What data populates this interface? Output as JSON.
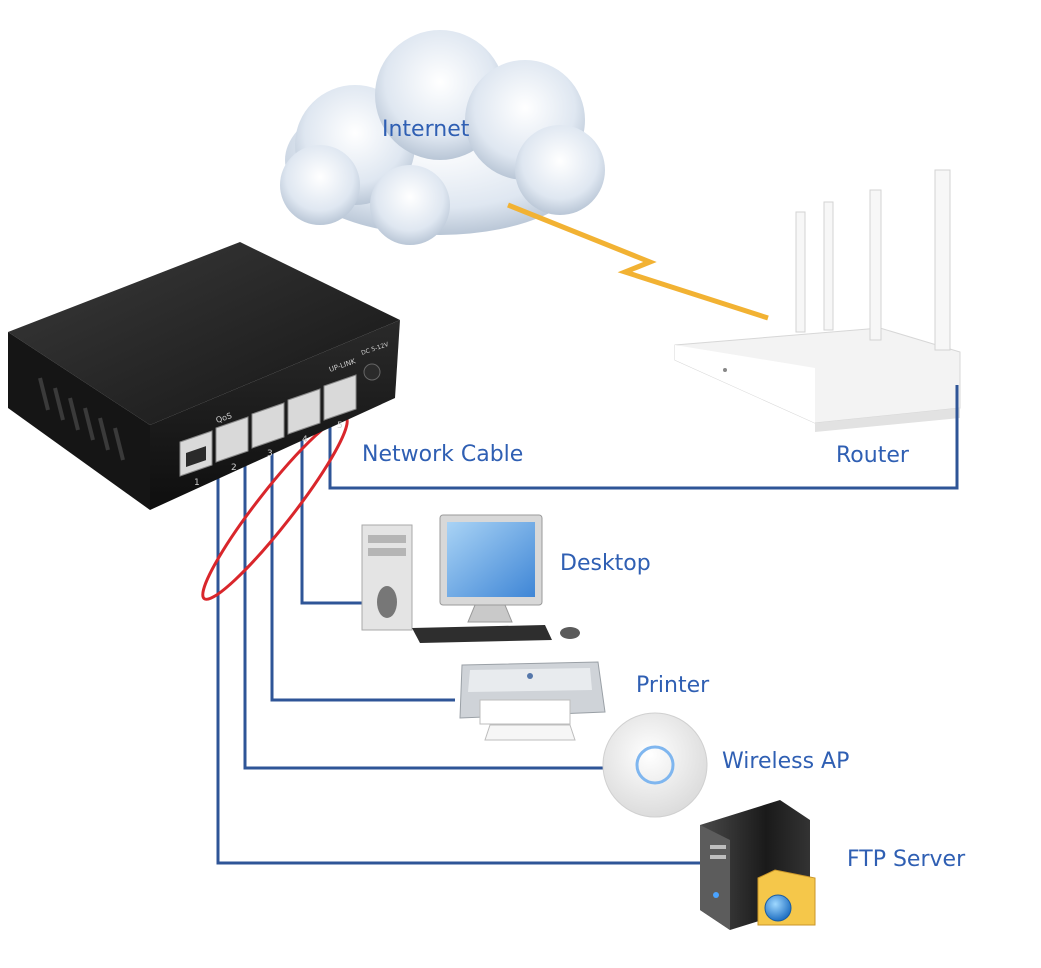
{
  "labels": {
    "internet": "Internet",
    "router": "Router",
    "network_cable": "Network Cable",
    "desktop": "Desktop",
    "printer": "Printer",
    "wireless_ap": "Wireless AP",
    "ftp_server": "FTP Server"
  },
  "switch": {
    "qos_label": "QoS",
    "uplink_label": "UP-LINK",
    "power_label": "DC 5-12V",
    "ports": [
      "1",
      "2",
      "3",
      "4",
      "5"
    ]
  },
  "colors": {
    "label_text": "#2f5fb3",
    "cable": "#2f5597",
    "cable_bundle_marker": "#d9262b",
    "lightning": "#f2b233",
    "switch_body": "#1e1e1e"
  },
  "icons": [
    "cloud-icon",
    "router-icon",
    "switch-icon",
    "desktop-icon",
    "printer-icon",
    "wireless-ap-icon",
    "server-icon",
    "globe-icon",
    "folder-icon"
  ]
}
